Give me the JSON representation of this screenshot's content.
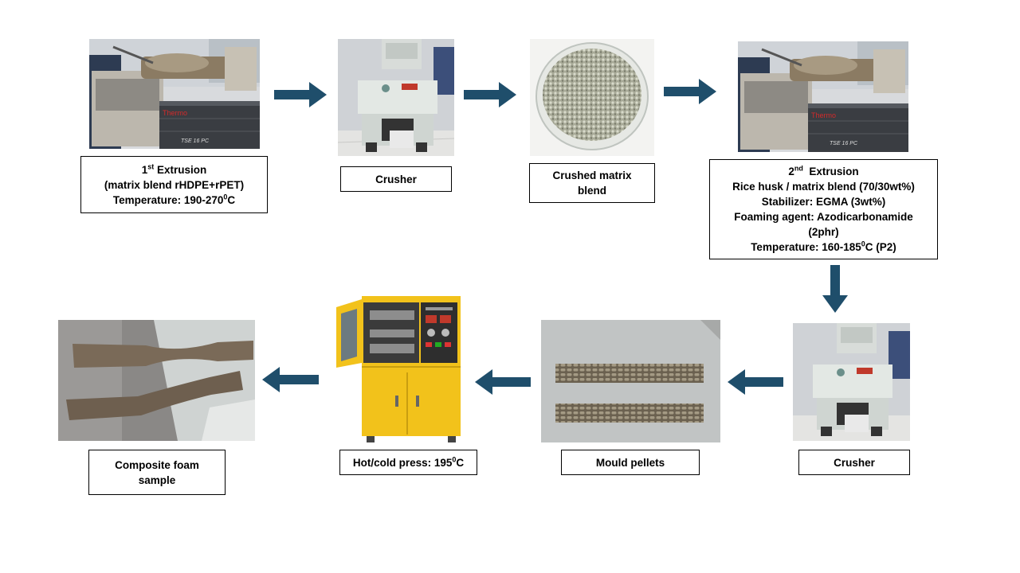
{
  "diagram": {
    "steps": [
      {
        "id": "extrusion1",
        "line1_prefix": "1",
        "line1_sup": "st",
        "line1_suffix": " Extrusion",
        "line2": "(matrix blend rHDPE+rPET)",
        "line3_prefix": "Temperature: 190-270",
        "line3_sup": "0",
        "line3_suffix": "C"
      },
      {
        "id": "crusher1",
        "label": "Crusher"
      },
      {
        "id": "crushed-blend",
        "line1": "Crushed matrix",
        "line2": "blend"
      },
      {
        "id": "extrusion2",
        "line1_prefix": "2",
        "line1_sup": "nd",
        "line1_suffix": "  Extrusion",
        "line2": "Rice husk / matrix blend (70/30wt%)",
        "line3": "Stabilizer: EGMA (3wt%)",
        "line4": "Foaming agent: Azodicarbonamide",
        "line5": "(2phr)",
        "line6_prefix": "Temperature: 160-185",
        "line6_sup": "0",
        "line6_suffix": "C (P2)"
      },
      {
        "id": "crusher2",
        "label": "Crusher"
      },
      {
        "id": "mould-pellets",
        "label": "Mould pellets"
      },
      {
        "id": "press",
        "label_prefix": "Hot/cold press: 195",
        "label_sup": "0",
        "label_suffix": "C"
      },
      {
        "id": "sample",
        "line1": "Composite foam",
        "line2": "sample"
      }
    ],
    "extruder_brand": "Thermo",
    "extruder_model": "TSE 16 PC",
    "colors": {
      "arrow": "#1f4e6b",
      "press_yellow": "#f2c21b",
      "extruder_gray": "#3a3d42"
    }
  }
}
